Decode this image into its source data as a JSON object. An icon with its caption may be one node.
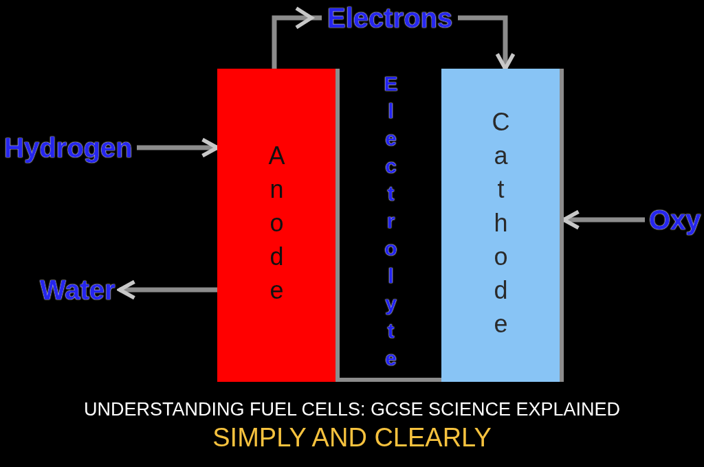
{
  "diagram": {
    "title": "UNDERSTANDING FUEL CELLS: GCSE SCIENCE EXPLAINED SIMPLY AND CLEARLY",
    "nodes": [
      {
        "text": [
          "Anode"
        ]
      },
      {
        "text": [
          "Electrolyte"
        ]
      },
      {
        "text": [
          "Cathode"
        ]
      },
      {
        "text": [
          "Hydrogen"
        ]
      },
      {
        "text": [
          "Oxy"
        ]
      },
      {
        "text": [
          "Water"
        ]
      }
    ],
    "edges": [
      {
        "from": 0,
        "to": 2,
        "arrow": "to",
        "label": "Electrons"
      },
      {
        "from": 3,
        "to": 0,
        "arrow": "to"
      },
      {
        "from": 4,
        "to": 2,
        "arrow": "to"
      },
      {
        "from": 0,
        "to": 5,
        "arrow": "to"
      }
    ]
  }
}
